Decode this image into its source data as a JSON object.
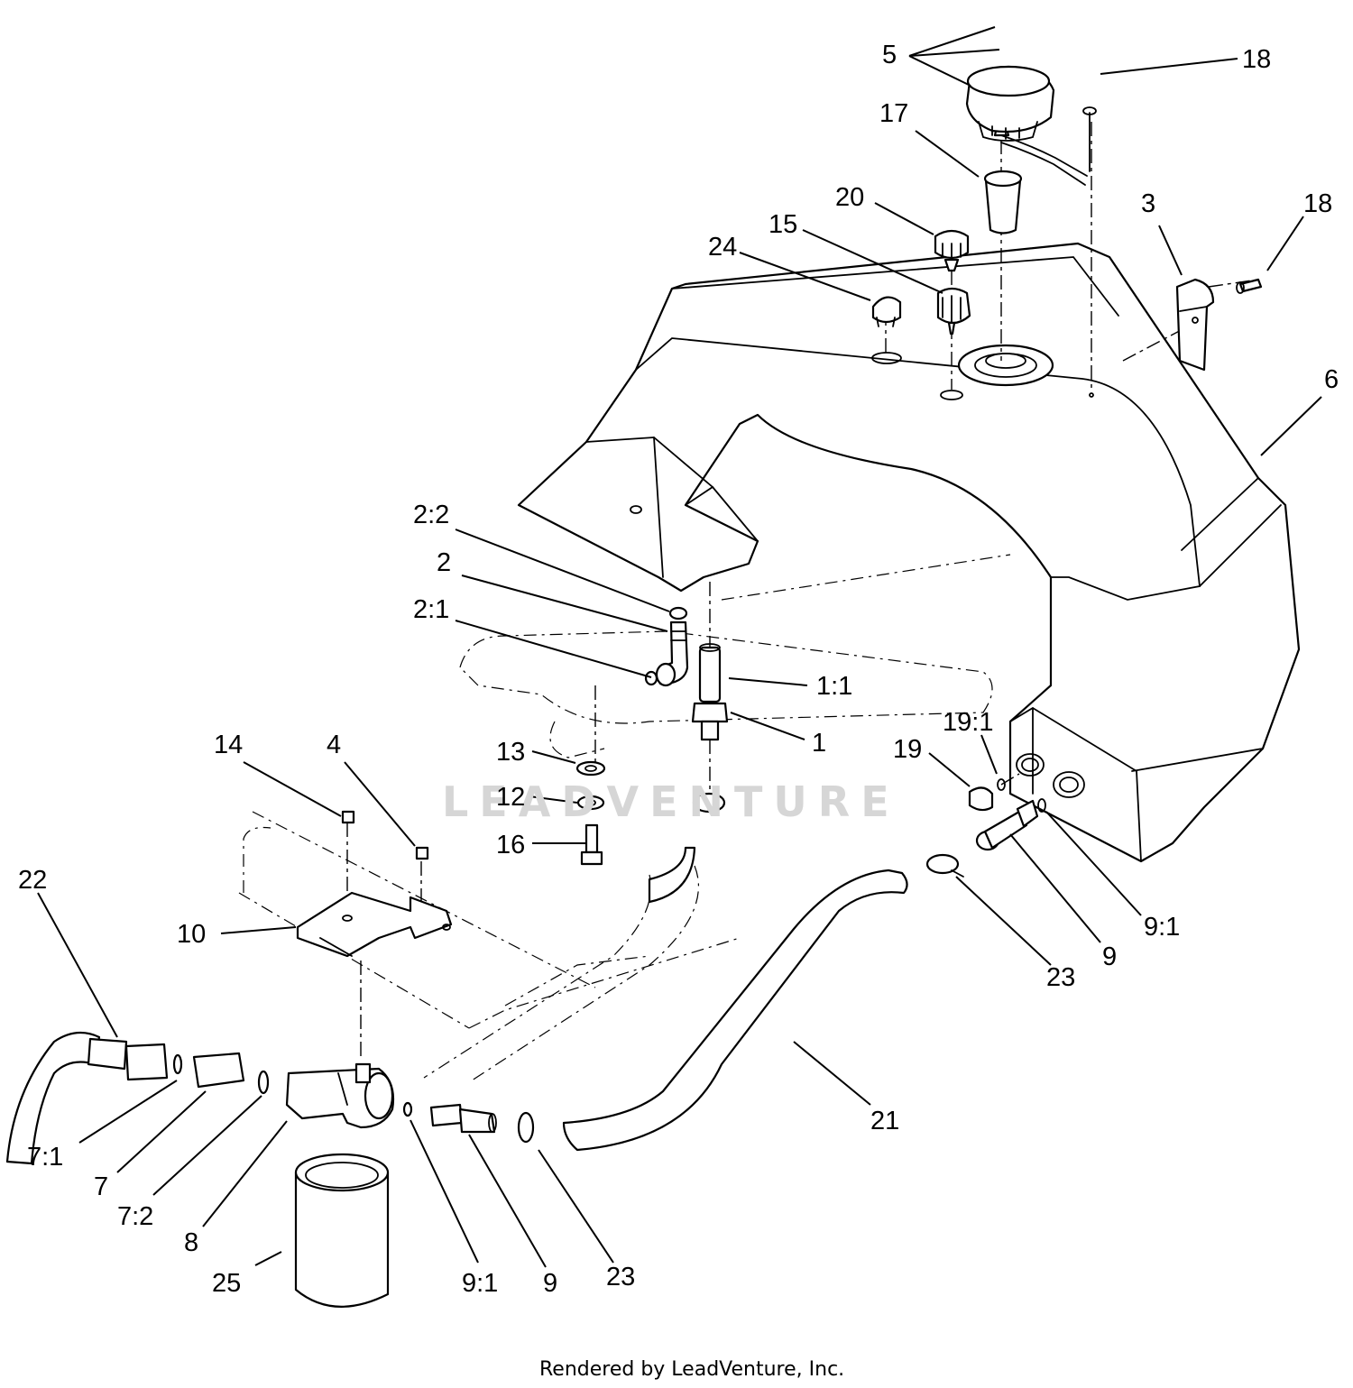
{
  "watermark": "LEADVENTURE",
  "footer": "Rendered by LeadVenture, Inc.",
  "callouts": [
    {
      "id": "c-5",
      "text": "5"
    },
    {
      "id": "c-18a",
      "text": "18"
    },
    {
      "id": "c-17",
      "text": "17"
    },
    {
      "id": "c-20",
      "text": "20"
    },
    {
      "id": "c-15",
      "text": "15"
    },
    {
      "id": "c-24",
      "text": "24"
    },
    {
      "id": "c-3",
      "text": "3"
    },
    {
      "id": "c-18b",
      "text": "18"
    },
    {
      "id": "c-6",
      "text": "6"
    },
    {
      "id": "c-2-2",
      "text": "2:2"
    },
    {
      "id": "c-2",
      "text": "2"
    },
    {
      "id": "c-2-1",
      "text": "2:1"
    },
    {
      "id": "c-1-1",
      "text": "1:1"
    },
    {
      "id": "c-1",
      "text": "1"
    },
    {
      "id": "c-19-1",
      "text": "19:1"
    },
    {
      "id": "c-19",
      "text": "19"
    },
    {
      "id": "c-14",
      "text": "14"
    },
    {
      "id": "c-4",
      "text": "4"
    },
    {
      "id": "c-13",
      "text": "13"
    },
    {
      "id": "c-12",
      "text": "12"
    },
    {
      "id": "c-16",
      "text": "16"
    },
    {
      "id": "c-22",
      "text": "22"
    },
    {
      "id": "c-10",
      "text": "10"
    },
    {
      "id": "c-9-1a",
      "text": "9:1"
    },
    {
      "id": "c-9a",
      "text": "9"
    },
    {
      "id": "c-23a",
      "text": "23"
    },
    {
      "id": "c-21",
      "text": "21"
    },
    {
      "id": "c-7-1",
      "text": "7:1"
    },
    {
      "id": "c-7",
      "text": "7"
    },
    {
      "id": "c-7-2",
      "text": "7:2"
    },
    {
      "id": "c-8",
      "text": "8"
    },
    {
      "id": "c-25",
      "text": "25"
    },
    {
      "id": "c-9-1b",
      "text": "9:1"
    },
    {
      "id": "c-9b",
      "text": "9"
    },
    {
      "id": "c-23b",
      "text": "23"
    }
  ]
}
